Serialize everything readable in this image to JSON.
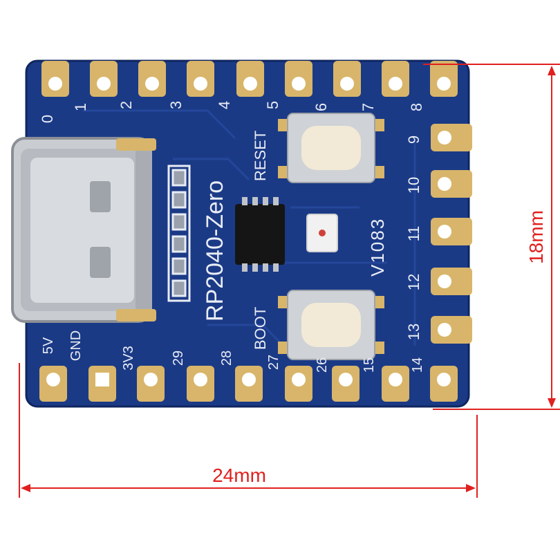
{
  "board": {
    "name": "RP2040-Zero",
    "version": "V1083",
    "reset_label": "RESET",
    "boot_label": "BOOT",
    "colors": {
      "pcb": "#1b3a86",
      "pcb_edge": "#0f2660",
      "gold": "#d8b56a",
      "silk": "#e8ecf4",
      "dimension": "#e0201e"
    },
    "top_pins": [
      "0",
      "1",
      "2",
      "3",
      "4",
      "5",
      "6",
      "7",
      "8"
    ],
    "right_pins": [
      "9",
      "10",
      "11",
      "12",
      "13"
    ],
    "bottom_pins": [
      "5V",
      "GND",
      "3V3",
      "29",
      "28",
      "27",
      "26",
      "15",
      "14"
    ]
  },
  "dimensions": {
    "width_label": "24mm",
    "height_label": "18mm"
  }
}
